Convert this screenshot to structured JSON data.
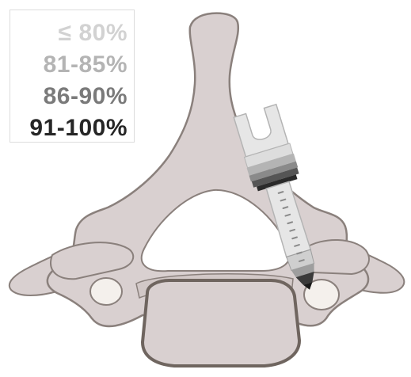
{
  "legend": {
    "items": [
      {
        "label": "≤ 80%",
        "color": "#d2d2d2"
      },
      {
        "label": "81-85%",
        "color": "#b4b4b4"
      },
      {
        "label": "86-90%",
        "color": "#7a7a7a"
      },
      {
        "label": "91-100%",
        "color": "#262626"
      }
    ]
  },
  "colors": {
    "bone_fill": "#d9d0d0",
    "bone_stroke": "#8a807c",
    "canal_fill": "#ffffff",
    "facet_fill": "#f4f0ec",
    "body_stroke": "#6f655f",
    "screw_light": "#e6e6e6",
    "screw_mid": "#b4b4b4",
    "screw_dark": "#555555",
    "screw_tip": "#1a1a1a"
  }
}
